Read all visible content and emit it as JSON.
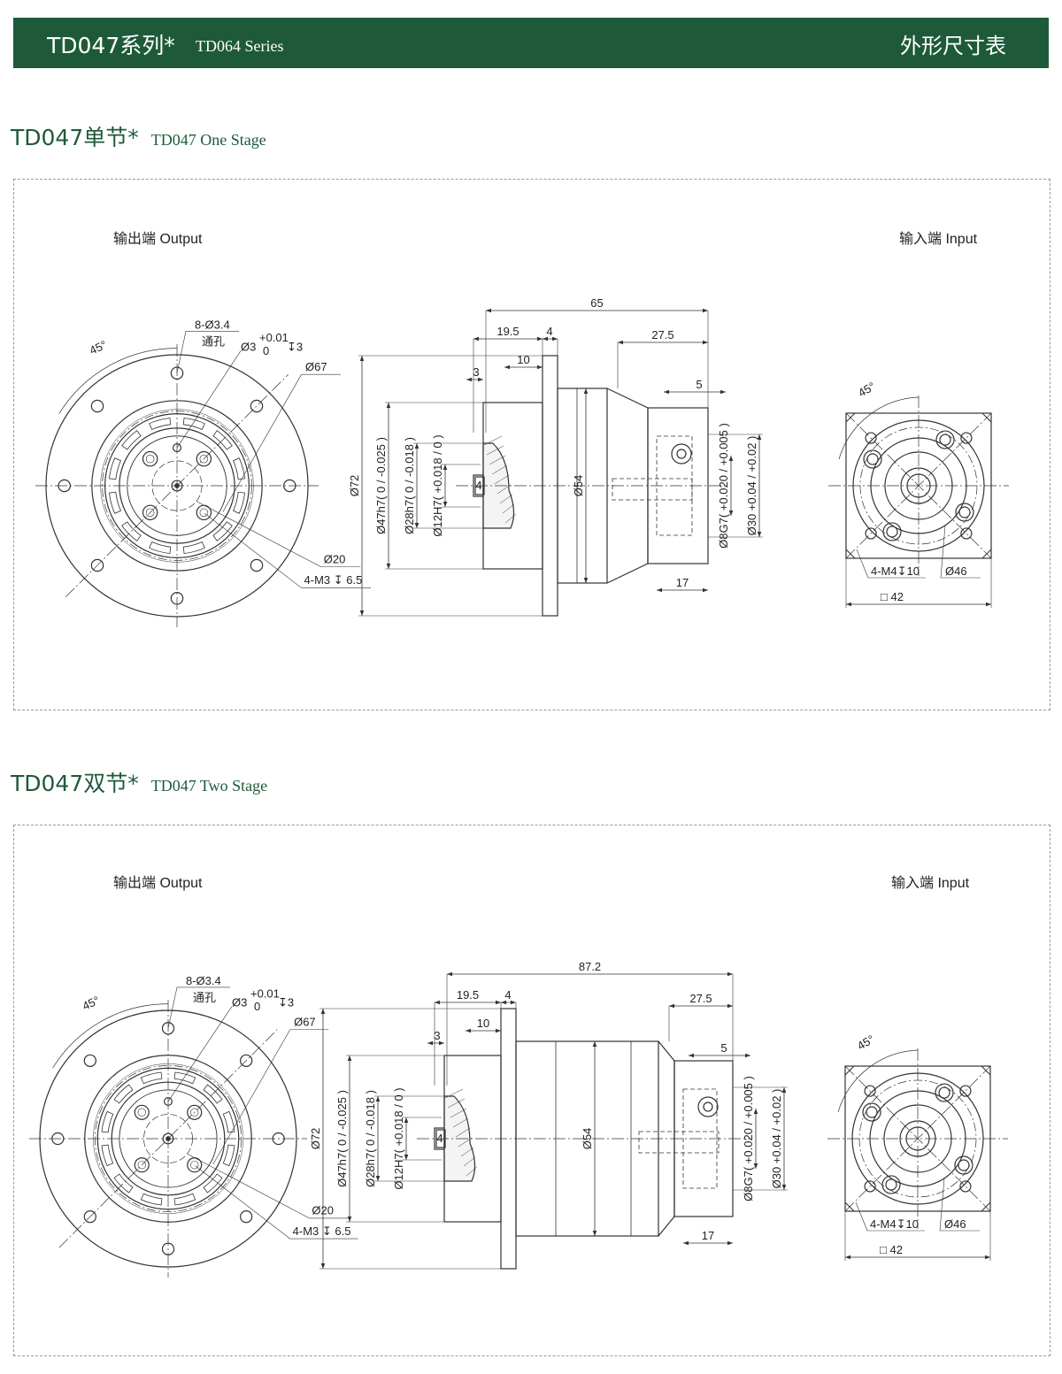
{
  "header": {
    "title_cn": "TD047系列*",
    "title_en": "TD064 Series",
    "right_title": "外形尺寸表",
    "color": "#1e5a3a"
  },
  "sections": [
    {
      "title_cn": "TD047单节*",
      "title_en": "TD047 One Stage",
      "output_label": "输出端  Output",
      "input_label": "输入端  Input",
      "dims": {
        "bolt": "8-Ø3.4",
        "through": "通孔",
        "pin": "Ø3",
        "pin_tol_up": "+0.01",
        "pin_tol_lo": "0",
        "pin_depth": "↧3",
        "angle": "45°",
        "d67": "Ø67",
        "d20": "Ø20",
        "m3": "4-M3 ↧ 6.5",
        "overall": "65",
        "len_a": "19.5",
        "len_b": "4",
        "len_c": "3",
        "len_d": "10",
        "len_e": "27.5",
        "len_f": "5",
        "len_g": "17",
        "key": "4",
        "d72": "Ø72",
        "d47": "Ø47h7(",
        "d47_tol": "0 / -0.025",
        "d28": "Ø28h7(",
        "d28_tol": "0 / -0.018",
        "d12": "Ø12H7(",
        "d12_tol": "+0.018 / 0",
        "d54": "Ø54",
        "d8": "Ø8G7(",
        "d8_tol": "+0.020 / +0.005",
        "d30": "Ø30",
        "d30_tol": "+0.04 / +0.02",
        "in_angle": "45°",
        "m4": "4-M4↧10",
        "d46": "Ø46",
        "sq42": "□ 42"
      }
    },
    {
      "title_cn": "TD047双节*",
      "title_en": "TD047 Two Stage",
      "output_label": "输出端  Output",
      "input_label": "输入端  Input",
      "dims": {
        "bolt": "8-Ø3.4",
        "through": "通孔",
        "pin": "Ø3",
        "pin_tol_up": "+0.01",
        "pin_tol_lo": "0",
        "pin_depth": "↧3",
        "angle": "45°",
        "d67": "Ø67",
        "d20": "Ø20",
        "m3": "4-M3 ↧ 6.5",
        "overall": "87.2",
        "len_a": "19.5",
        "len_b": "4",
        "len_c": "3",
        "len_d": "10",
        "len_e": "27.5",
        "len_f": "5",
        "len_g": "17",
        "key": "4",
        "d72": "Ø72",
        "d47": "Ø47h7(",
        "d47_tol": "0 / -0.025",
        "d28": "Ø28h7(",
        "d28_tol": "0 / -0.018",
        "d12": "Ø12H7(",
        "d12_tol": "+0.018 / 0",
        "d54": "Ø54",
        "d8": "Ø8G7(",
        "d8_tol": "+0.020 / +0.005",
        "d30": "Ø30",
        "d30_tol": "+0.04 / +0.02",
        "in_angle": "45°",
        "m4": "4-M4↧10",
        "d46": "Ø46",
        "sq42": "□ 42"
      }
    }
  ]
}
